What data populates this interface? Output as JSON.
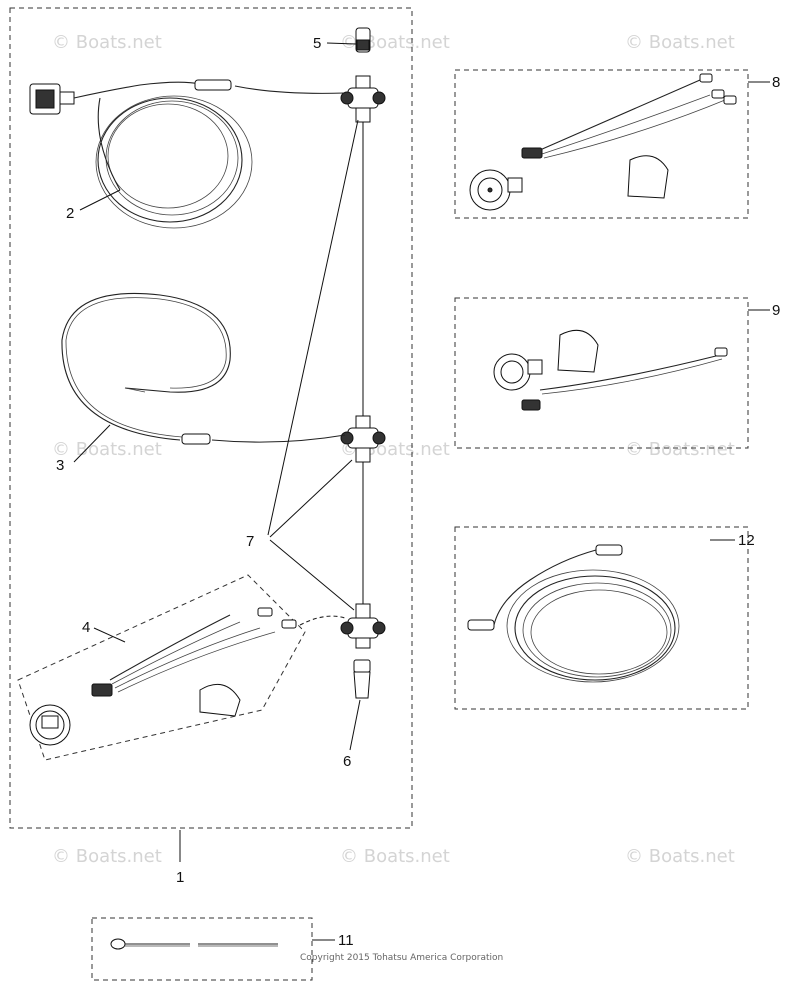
{
  "watermark": "© Boats.net",
  "copyright": "Copyright 2015 Tohatsu America Corporation",
  "callouts": {
    "c1": "1",
    "c2": "2",
    "c3": "3",
    "c4": "4",
    "c5": "5",
    "c6": "6",
    "c7": "7",
    "c8": "8",
    "c9": "9",
    "c11": "11",
    "c12": "12"
  }
}
